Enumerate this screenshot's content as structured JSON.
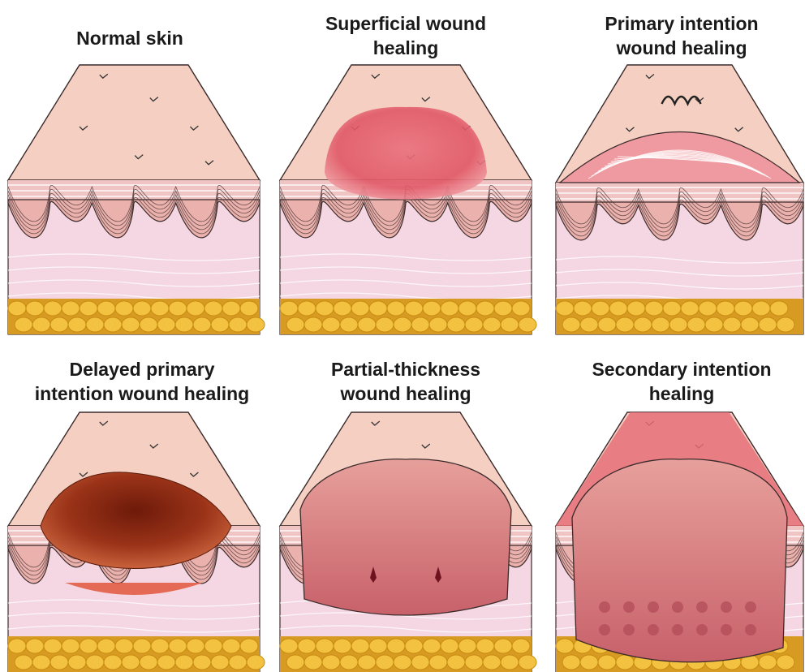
{
  "panels": [
    {
      "id": "normal",
      "title_lines": [
        "Normal skin"
      ]
    },
    {
      "id": "superficial",
      "title_lines": [
        "Superficial wound",
        "healing"
      ]
    },
    {
      "id": "primary",
      "title_lines": [
        "Primary intention",
        "wound healing"
      ]
    },
    {
      "id": "delayed",
      "title_lines": [
        "Delayed primary",
        "intention wound healing"
      ]
    },
    {
      "id": "partial",
      "title_lines": [
        "Partial-thickness",
        "wound healing"
      ]
    },
    {
      "id": "secondary",
      "title_lines": [
        "Secondary intention",
        "healing"
      ]
    }
  ],
  "colors": {
    "epidermis_top": "#f5cfc2",
    "skin_outline": "#3a2a2a",
    "dermis": "#f4d7e2",
    "fat": "#f2c240",
    "wound_red": "#e0566a",
    "scab_brown": "#8a2a12"
  }
}
